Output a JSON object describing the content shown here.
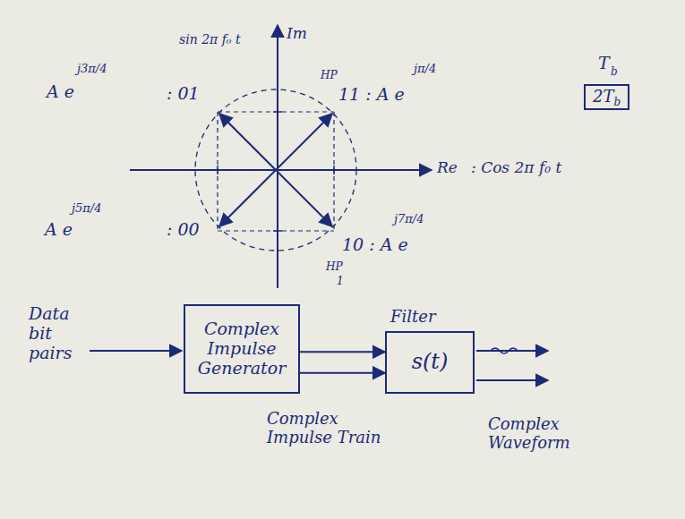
{
  "diagram": {
    "nodes": [
      {
        "text": [
          "2T",
          "b"
        ]
      },
      {
        "text": [
          "Complex Impulse Generator"
        ]
      },
      {
        "text": [
          "Filter",
          "s(t)"
        ]
      }
    ],
    "edges": [
      {
        "from": 1,
        "to": 2,
        "arrow": "to"
      },
      {
        "from": 1,
        "to": 2,
        "arrow": "to"
      }
    ],
    "labels": [
      "sin 2π f₀ t",
      "Im",
      "HP",
      "j3π/4",
      "A e",
      ": 01",
      "11 : A e",
      "jπ/4",
      "T",
      "b",
      "Re",
      ": Cos 2π f₀ t",
      "j5π/4",
      "A e",
      ": 00",
      "10 : A e",
      "j7π/4",
      "HP",
      "1",
      "Data bit pairs",
      "Complex Impulse Train",
      "Complex Waveform"
    ]
  }
}
